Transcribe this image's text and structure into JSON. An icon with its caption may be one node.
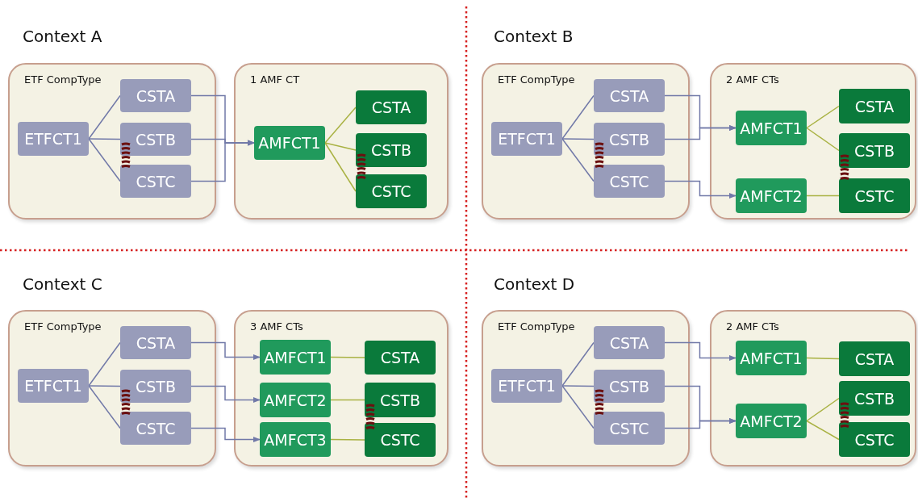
{
  "diagram": {
    "nodes": [
      {
        "text": [
          "ETF CompType"
        ]
      },
      {
        "text": [
          "ETFCT1"
        ],
        "in": 0
      },
      {
        "text": [
          "CSTA"
        ],
        "in": 0
      },
      {
        "text": [
          "CSTB"
        ],
        "in": 0
      },
      {
        "text": [
          "CSTC"
        ],
        "in": 0
      },
      {
        "text": [
          "1 AMF CT"
        ]
      },
      {
        "text": [
          "AMFCT1"
        ],
        "in": 5
      },
      {
        "text": [
          "CSTA"
        ],
        "in": 5
      },
      {
        "text": [
          "CSTB"
        ],
        "in": 5
      },
      {
        "text": [
          "CSTC"
        ],
        "in": 5
      },
      {
        "text": [
          "ETF CompType"
        ]
      },
      {
        "text": [
          "ETFCT1"
        ],
        "in": 10
      },
      {
        "text": [
          "CSTA"
        ],
        "in": 10
      },
      {
        "text": [
          "CSTB"
        ],
        "in": 10
      },
      {
        "text": [
          "CSTC"
        ],
        "in": 10
      },
      {
        "text": [
          "2 AMF CTs"
        ]
      },
      {
        "text": [
          "AMFCT1"
        ],
        "in": 15
      },
      {
        "text": [
          "AMFCT2"
        ],
        "in": 15
      },
      {
        "text": [
          "CSTA"
        ],
        "in": 15
      },
      {
        "text": [
          "CSTB"
        ],
        "in": 15
      },
      {
        "text": [
          "CSTC"
        ],
        "in": 15
      },
      {
        "text": [
          "ETF CompType"
        ]
      },
      {
        "text": [
          "ETFCT1"
        ],
        "in": 21
      },
      {
        "text": [
          "CSTA"
        ],
        "in": 21
      },
      {
        "text": [
          "CSTB"
        ],
        "in": 21
      },
      {
        "text": [
          "CSTC"
        ],
        "in": 21
      },
      {
        "text": [
          "3 AMF CTs"
        ]
      },
      {
        "text": [
          "AMFCT1"
        ],
        "in": 26
      },
      {
        "text": [
          "AMFCT2"
        ],
        "in": 26
      },
      {
        "text": [
          "AMFCT3"
        ],
        "in": 26
      },
      {
        "text": [
          "CSTA"
        ],
        "in": 26
      },
      {
        "text": [
          "CSTB"
        ],
        "in": 26
      },
      {
        "text": [
          "CSTC"
        ],
        "in": 26
      },
      {
        "text": [
          "ETF CompType"
        ]
      },
      {
        "text": [
          "ETFCT1"
        ],
        "in": 33
      },
      {
        "text": [
          "CSTA"
        ],
        "in": 33
      },
      {
        "text": [
          "CSTB"
        ],
        "in": 33
      },
      {
        "text": [
          "CSTC"
        ],
        "in": 33
      },
      {
        "text": [
          "2 AMF CTs"
        ]
      },
      {
        "text": [
          "AMFCT1"
        ],
        "in": 38
      },
      {
        "text": [
          "AMFCT2"
        ],
        "in": 38
      },
      {
        "text": [
          "CSTA"
        ],
        "in": 38
      },
      {
        "text": [
          "CSTB"
        ],
        "in": 38
      },
      {
        "text": [
          "CSTC"
        ],
        "in": 38
      }
    ],
    "edges": [
      {
        "from": 1,
        "to": 2,
        "arrow": "none"
      },
      {
        "from": 1,
        "to": 3,
        "arrow": "none"
      },
      {
        "from": 1,
        "to": 4,
        "arrow": "none"
      },
      {
        "from": 2,
        "to": 6,
        "arrow": "to"
      },
      {
        "from": 3,
        "to": 6,
        "arrow": "to"
      },
      {
        "from": 4,
        "to": 6,
        "arrow": "to"
      },
      {
        "from": 6,
        "to": 7,
        "arrow": "none",
        "color": "#a9b243"
      },
      {
        "from": 6,
        "to": 8,
        "arrow": "none",
        "color": "#a9b243"
      },
      {
        "from": 6,
        "to": 9,
        "arrow": "none",
        "color": "#a9b243"
      },
      {
        "from": 11,
        "to": 12,
        "arrow": "none"
      },
      {
        "from": 11,
        "to": 13,
        "arrow": "none"
      },
      {
        "from": 11,
        "to": 14,
        "arrow": "none"
      },
      {
        "from": 12,
        "to": 16,
        "arrow": "to"
      },
      {
        "from": 13,
        "to": 16,
        "arrow": "to"
      },
      {
        "from": 14,
        "to": 17,
        "arrow": "to"
      },
      {
        "from": 16,
        "to": 18,
        "arrow": "none",
        "color": "#a9b243"
      },
      {
        "from": 16,
        "to": 19,
        "arrow": "none",
        "color": "#a9b243"
      },
      {
        "from": 17,
        "to": 20,
        "arrow": "none",
        "color": "#a9b243"
      },
      {
        "from": 22,
        "to": 23,
        "arrow": "none"
      },
      {
        "from": 22,
        "to": 24,
        "arrow": "none"
      },
      {
        "from": 22,
        "to": 25,
        "arrow": "none"
      },
      {
        "from": 23,
        "to": 27,
        "arrow": "to"
      },
      {
        "from": 24,
        "to": 28,
        "arrow": "to"
      },
      {
        "from": 25,
        "to": 29,
        "arrow": "to"
      },
      {
        "from": 27,
        "to": 30,
        "arrow": "none",
        "color": "#a9b243"
      },
      {
        "from": 28,
        "to": 31,
        "arrow": "none",
        "color": "#a9b243"
      },
      {
        "from": 29,
        "to": 32,
        "arrow": "none",
        "color": "#a9b243"
      },
      {
        "from": 34,
        "to": 35,
        "arrow": "none"
      },
      {
        "from": 34,
        "to": 36,
        "arrow": "none"
      },
      {
        "from": 34,
        "to": 37,
        "arrow": "none"
      },
      {
        "from": 35,
        "to": 39,
        "arrow": "to"
      },
      {
        "from": 36,
        "to": 40,
        "arrow": "to"
      },
      {
        "from": 37,
        "to": 40,
        "arrow": "to"
      },
      {
        "from": 39,
        "to": 41,
        "arrow": "none",
        "color": "#a9b243"
      },
      {
        "from": 40,
        "to": 42,
        "arrow": "none",
        "color": "#a9b243"
      },
      {
        "from": 40,
        "to": 43,
        "arrow": "none",
        "color": "#a9b243"
      }
    ],
    "labels": [
      "Context A",
      "Context B",
      "Context C",
      "Context D"
    ]
  }
}
